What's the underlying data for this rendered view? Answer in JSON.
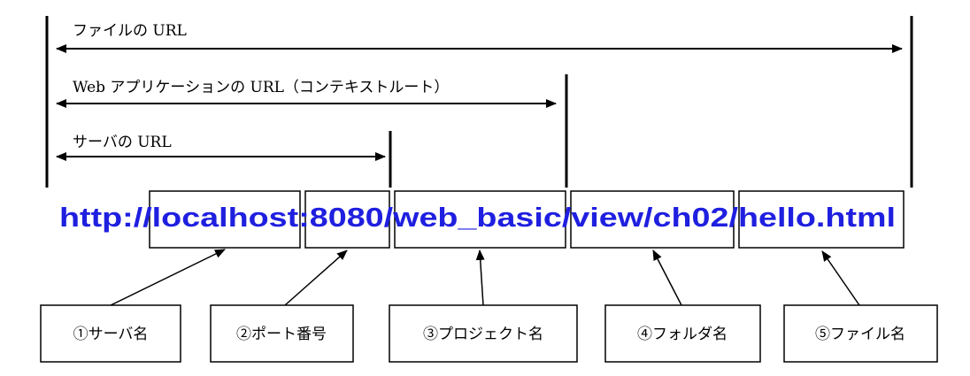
{
  "spans": {
    "file_url": "ファイルの URL",
    "webapp_url": "Web アプリケーションの URL（コンテキストルート）",
    "server_url": "サーバの URL"
  },
  "url": "http://localhost:8080/web_basic/view/ch02/hello.html",
  "captions": [
    "①サーバ名",
    "②ポート番号",
    "③プロジェクト名",
    "④フォルダ名",
    "⑤ファイル名"
  ]
}
